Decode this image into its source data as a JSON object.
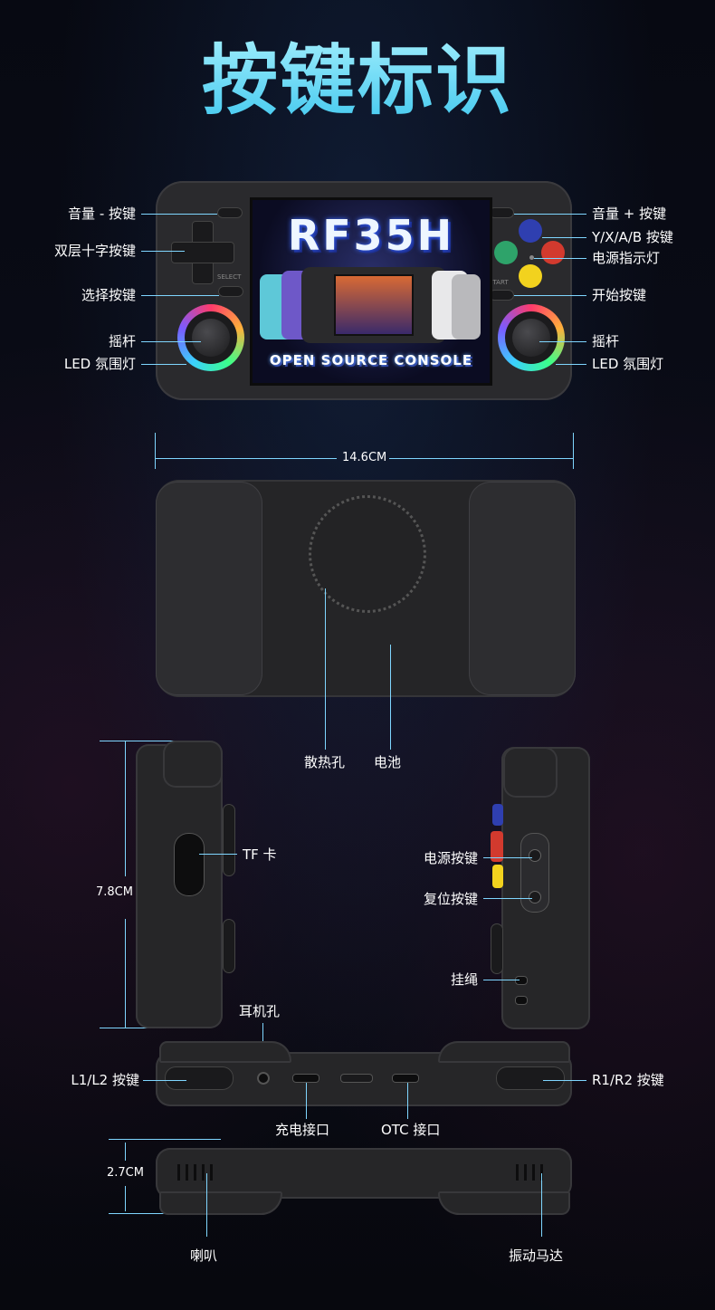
{
  "title": "按键标识",
  "screen": {
    "logo": "RF35H",
    "tagline": "OPEN SOURCE CONSOLE"
  },
  "device_marks": {
    "select": "SELECT",
    "start": "START"
  },
  "front_labels": {
    "vol_minus": "音量 - 按键",
    "dpad": "双层十字按键",
    "select": "选择按键",
    "stick_left": "摇杆",
    "led_left": "LED 氛围灯",
    "vol_plus": "音量 + 按键",
    "yxab": "Y/X/A/B 按键",
    "power_led": "电源指示灯",
    "start": "开始按键",
    "stick_right": "摇杆",
    "led_right": "LED 氛围灯"
  },
  "back": {
    "width_dim": "14.6CM",
    "vent": "散热孔",
    "battery": "电池"
  },
  "sides": {
    "height_dim": "7.8CM",
    "tf": "TF 卡",
    "power_btn": "电源按键",
    "reset_btn": "复位按键",
    "lanyard": "挂绳"
  },
  "top_edge": {
    "headphone": "耳机孔",
    "l1l2": "L1/L2 按键",
    "r1r2": "R1/R2 按键",
    "charge": "充电接口",
    "otg": "OTC 接口"
  },
  "bottom_edge": {
    "depth_dim": "2.7CM",
    "speaker": "喇叭",
    "motor": "振动马达"
  },
  "colors": {
    "title_gradient": [
      "#aef3ff",
      "#3fc7ee"
    ],
    "leader_line": "#7fd6ff",
    "btn_y": "#2f3fb0",
    "btn_x": "#2ea36a",
    "btn_a": "#d23a2e",
    "btn_b": "#f2d21e"
  }
}
